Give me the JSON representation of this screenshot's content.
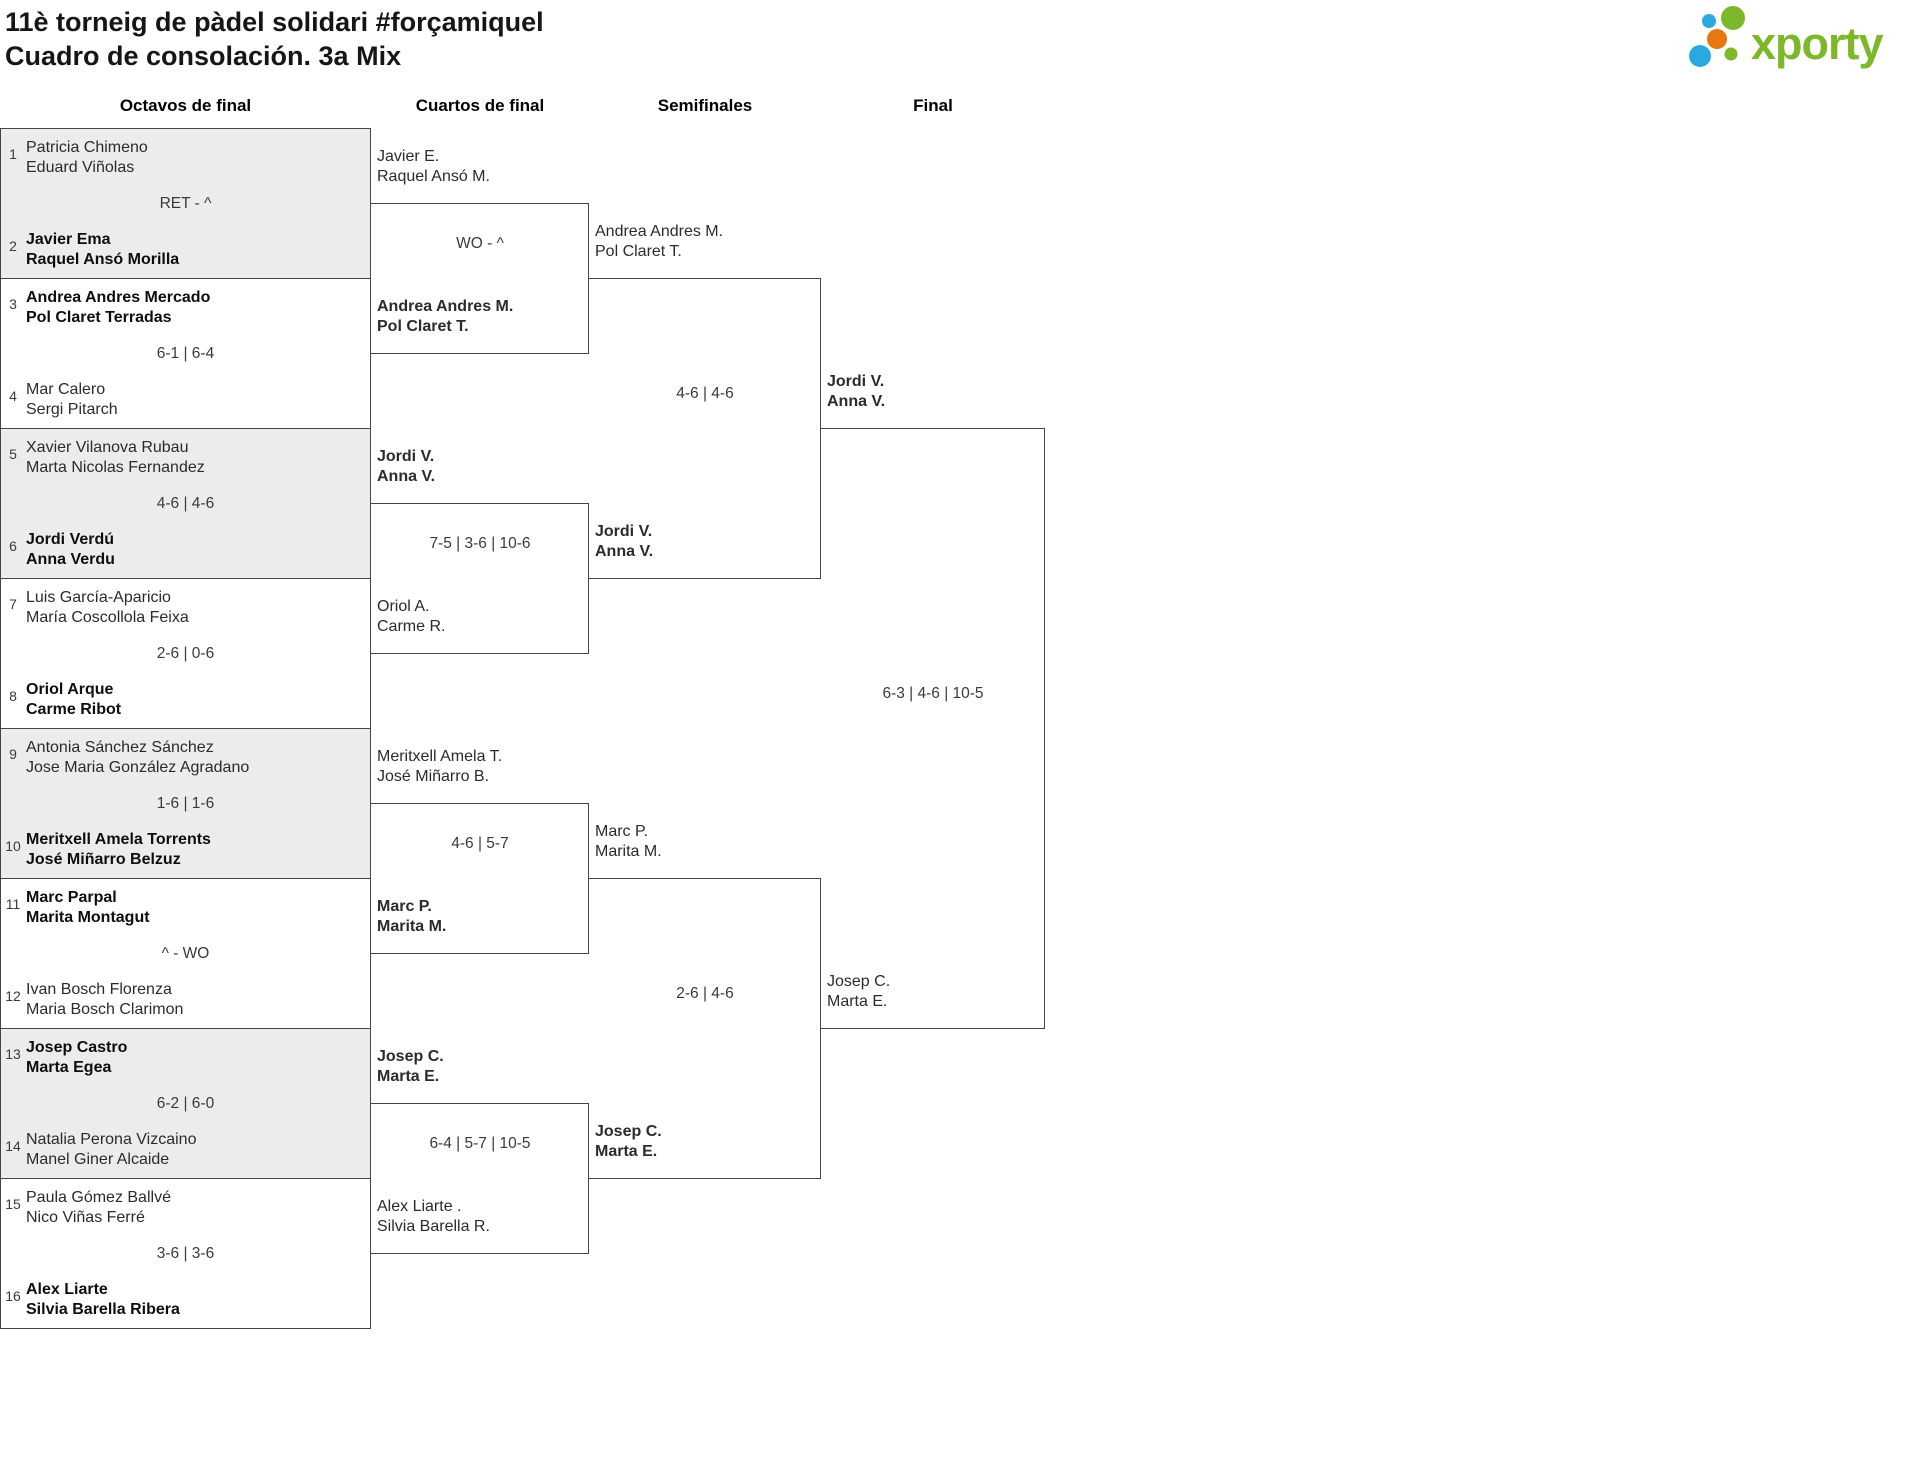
{
  "header": {
    "title_line1": "11è torneig de pàdel solidari #forçamiquel",
    "title_line2": "Cuadro de consolación. 3a Mix"
  },
  "logo": {
    "text": "xporty",
    "colors": {
      "green": "#7cb829",
      "blue": "#2aa9e0",
      "orange": "#e8770f"
    }
  },
  "rounds": {
    "r1": "Octavos de final",
    "r2": "Cuartos de final",
    "r3": "Semifinales",
    "r4": "Final"
  },
  "octavos": {
    "matches": [
      {
        "seed_a": "1",
        "team_a": [
          "Patricia Chimeno",
          "Eduard Viñolas"
        ],
        "bold_a": false,
        "score": "RET - ^",
        "seed_b": "2",
        "team_b": [
          "Javier Ema",
          "Raquel Ansó Morilla"
        ],
        "bold_b": true
      },
      {
        "seed_a": "3",
        "team_a": [
          "Andrea Andres Mercado",
          "Pol Claret Terradas"
        ],
        "bold_a": true,
        "score": "6-1 | 6-4",
        "seed_b": "4",
        "team_b": [
          "Mar Calero",
          "Sergi Pitarch"
        ],
        "bold_b": false
      },
      {
        "seed_a": "5",
        "team_a": [
          "Xavier Vilanova Rubau",
          "Marta Nicolas Fernandez"
        ],
        "bold_a": false,
        "score": "4-6 | 4-6",
        "seed_b": "6",
        "team_b": [
          "Jordi Verdú",
          "Anna Verdu"
        ],
        "bold_b": true
      },
      {
        "seed_a": "7",
        "team_a": [
          "Luis García-Aparicio",
          "María Coscollola Feixa"
        ],
        "bold_a": false,
        "score": "2-6 | 0-6",
        "seed_b": "8",
        "team_b": [
          "Oriol Arque",
          "Carme Ribot"
        ],
        "bold_b": true
      },
      {
        "seed_a": "9",
        "team_a": [
          "Antonia Sánchez Sánchez",
          "Jose Maria González Agradano"
        ],
        "bold_a": false,
        "score": "1-6 | 1-6",
        "seed_b": "10",
        "team_b": [
          "Meritxell Amela Torrents",
          "José Miñarro Belzuz"
        ],
        "bold_b": true
      },
      {
        "seed_a": "11",
        "team_a": [
          "Marc Parpal",
          "Marita Montagut"
        ],
        "bold_a": true,
        "score": "^ - WO",
        "seed_b": "12",
        "team_b": [
          "Ivan Bosch Florenza",
          "Maria Bosch Clarimon"
        ],
        "bold_b": false
      },
      {
        "seed_a": "13",
        "team_a": [
          "Josep Castro",
          "Marta Egea"
        ],
        "bold_a": true,
        "score": "6-2 | 6-0",
        "seed_b": "14",
        "team_b": [
          "Natalia Perona Vizcaino",
          "Manel Giner Alcaide"
        ],
        "bold_b": false
      },
      {
        "seed_a": "15",
        "team_a": [
          "Paula Gómez Ballvé",
          "Nico Viñas Ferré"
        ],
        "bold_a": false,
        "score": "3-6 | 3-6",
        "seed_b": "16",
        "team_b": [
          "Alex Liarte",
          "Silvia Barella Ribera"
        ],
        "bold_b": true
      }
    ]
  },
  "cuartos": {
    "entries": [
      {
        "lines": [
          "Javier E.",
          "Raquel Ansó M."
        ],
        "bold": false
      },
      {
        "lines": [
          "Andrea Andres M.",
          "Pol Claret T."
        ],
        "bold": true
      },
      {
        "lines": [
          "Jordi V.",
          "Anna V."
        ],
        "bold": true
      },
      {
        "lines": [
          "Oriol A.",
          "Carme R."
        ],
        "bold": false
      },
      {
        "lines": [
          "Meritxell Amela T.",
          "José Miñarro B."
        ],
        "bold": false
      },
      {
        "lines": [
          "Marc P.",
          "Marita M."
        ],
        "bold": true
      },
      {
        "lines": [
          "Josep C.",
          "Marta E."
        ],
        "bold": true
      },
      {
        "lines": [
          "Alex Liarte .",
          "Silvia Barella R."
        ],
        "bold": false
      }
    ],
    "scores": [
      "WO - ^",
      "7-5 | 3-6 | 10-6",
      "4-6 | 5-7",
      "6-4 | 5-7 | 10-5"
    ]
  },
  "semifinales": {
    "entries": [
      {
        "lines": [
          "Andrea Andres M.",
          "Pol Claret T."
        ],
        "bold": false
      },
      {
        "lines": [
          "Jordi V.",
          "Anna V."
        ],
        "bold": true
      },
      {
        "lines": [
          "Marc P.",
          "Marita M."
        ],
        "bold": false
      },
      {
        "lines": [
          "Josep C.",
          "Marta E."
        ],
        "bold": true
      }
    ],
    "scores": [
      "4-6 | 4-6",
      "2-6 | 4-6"
    ]
  },
  "final": {
    "entries": [
      {
        "lines": [
          "Jordi V.",
          "Anna V."
        ],
        "bold": true
      },
      {
        "lines": [
          "Josep C.",
          "Marta E."
        ],
        "bold": false
      }
    ],
    "score": "6-3 | 4-6 | 10-5"
  }
}
